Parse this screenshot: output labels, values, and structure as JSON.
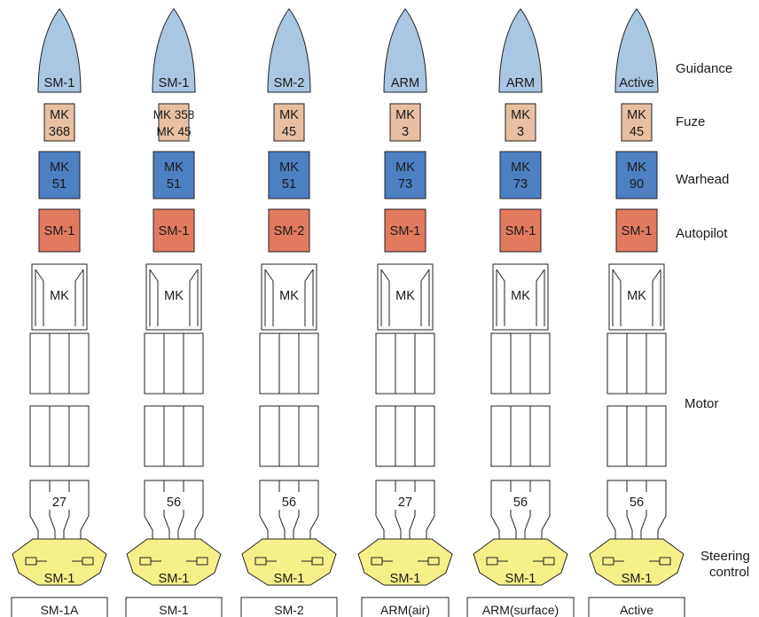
{
  "colors": {
    "guidance": "#a9c6e2",
    "fuze": "#e9bfa2",
    "warhead": "#4d7fc3",
    "autopilot": "#e27a60",
    "steering": "#f6f08a",
    "outline": "#222222"
  },
  "side_labels": {
    "guidance": "Guidance",
    "fuze": "Fuze",
    "warhead": "Warhead",
    "autopilot": "Autopilot",
    "motor": "Motor",
    "steering_line1": "Steering",
    "steering_line2": "control"
  },
  "variants": [
    {
      "name": "SM-1A",
      "guidance": "SM-1",
      "fuze": [
        "MK",
        "368"
      ],
      "warhead": [
        "MK",
        "51"
      ],
      "autopilot": "SM-1",
      "motor_mk": "MK",
      "motor_num": "27",
      "steering": "SM-1"
    },
    {
      "name": "SM-1",
      "guidance": "SM-1",
      "fuze": [
        "MK 358",
        "MK 45"
      ],
      "warhead": [
        "MK",
        "51"
      ],
      "autopilot": "SM-1",
      "motor_mk": "MK",
      "motor_num": "56",
      "steering": "SM-1"
    },
    {
      "name": "SM-2",
      "guidance": "SM-2",
      "fuze": [
        "MK",
        "45"
      ],
      "warhead": [
        "MK",
        "51"
      ],
      "autopilot": "SM-2",
      "motor_mk": "MK",
      "motor_num": "56",
      "steering": "SM-1"
    },
    {
      "name": "ARM(air)",
      "guidance": "ARM",
      "fuze": [
        "MK",
        "3"
      ],
      "warhead": [
        "MK",
        "73"
      ],
      "autopilot": "SM-1",
      "motor_mk": "MK",
      "motor_num": "27",
      "steering": "SM-1"
    },
    {
      "name": "ARM(surface)",
      "guidance": "ARM",
      "fuze": [
        "MK",
        "3"
      ],
      "warhead": [
        "MK",
        "73"
      ],
      "autopilot": "SM-1",
      "motor_mk": "MK",
      "motor_num": "56",
      "steering": "SM-1"
    },
    {
      "name": "Active",
      "guidance": "Active",
      "fuze": [
        "MK",
        "45"
      ],
      "warhead": [
        "MK",
        "90"
      ],
      "autopilot": "SM-1",
      "motor_mk": "MK",
      "motor_num": "56",
      "steering": "SM-1"
    }
  ]
}
